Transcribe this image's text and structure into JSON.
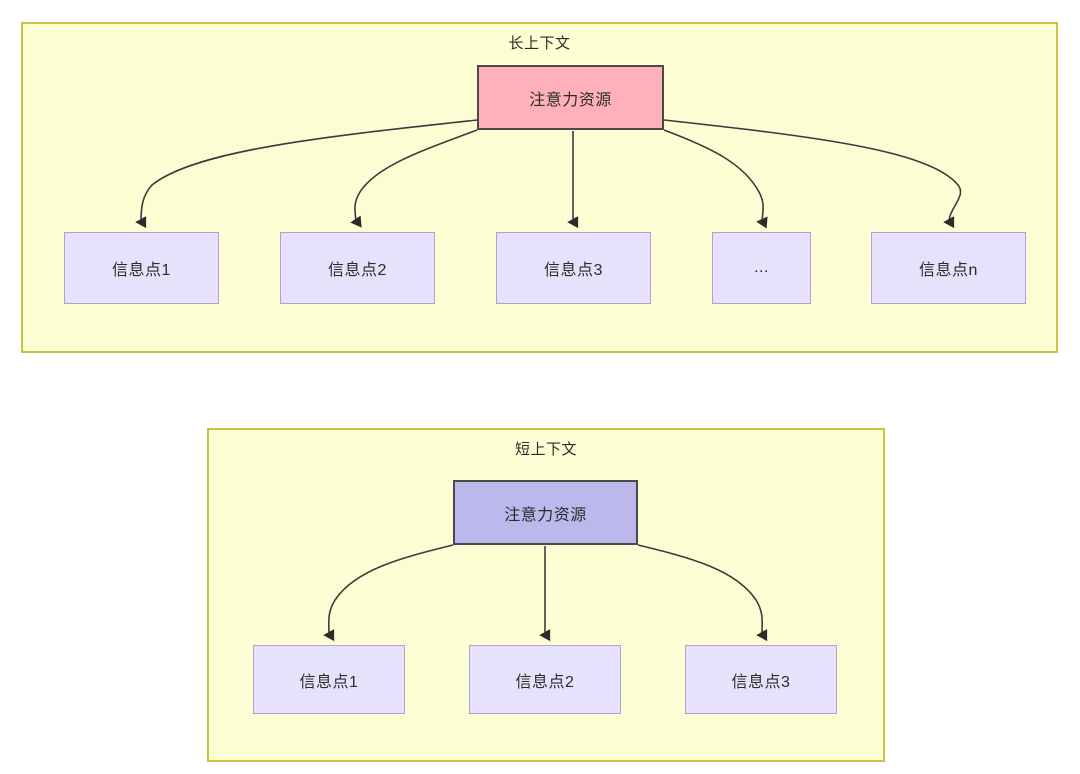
{
  "diagram": {
    "type": "hierarchy-comparison",
    "background_color": "#ffffff",
    "panel_fill": "#fdfdd4",
    "panel_border": "#c8c345",
    "panels": [
      {
        "id": "long-context",
        "title": "长上下文",
        "root": {
          "label": "注意力资源",
          "fill": "#ffb0b8",
          "border": "#4a4a4a"
        },
        "leaves": [
          {
            "label": "信息点1"
          },
          {
            "label": "信息点2"
          },
          {
            "label": "信息点3"
          },
          {
            "label": "..."
          },
          {
            "label": "信息点n"
          }
        ],
        "leaf_fill": "#e6e2fb",
        "leaf_border": "#b39ddb",
        "edge_count": 5
      },
      {
        "id": "short-context",
        "title": "短上下文",
        "root": {
          "label": "注意力资源",
          "fill": "#bdb8ec",
          "border": "#4a4a4a"
        },
        "leaves": [
          {
            "label": "信息点1"
          },
          {
            "label": "信息点2"
          },
          {
            "label": "信息点3"
          }
        ],
        "leaf_fill": "#e6e2fb",
        "leaf_border": "#b39ddb",
        "edge_count": 3
      }
    ],
    "edge_color": "#3b3b3b",
    "arrowhead": "filled-triangle"
  }
}
